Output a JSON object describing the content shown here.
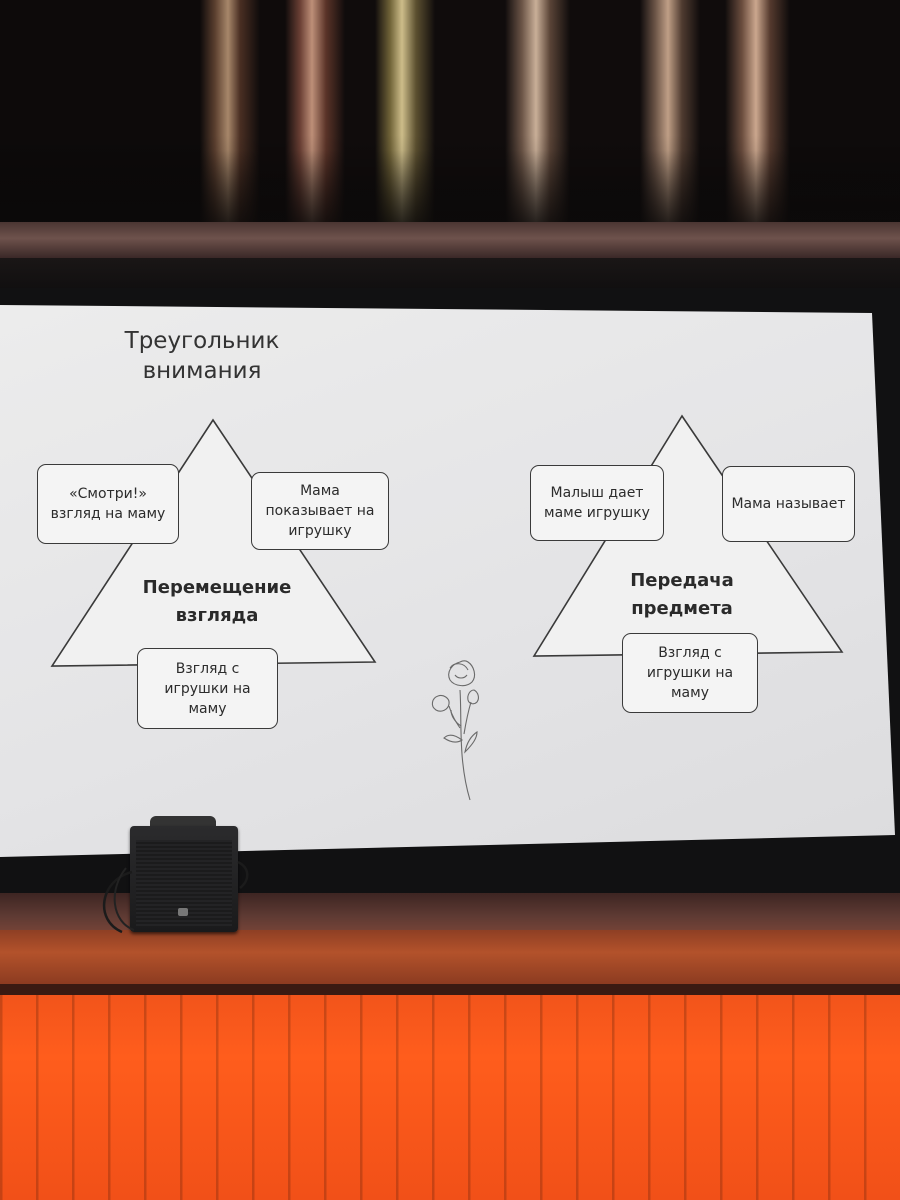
{
  "slide": {
    "title": "Треугольник\nвнимания",
    "left_diagram": {
      "center": "Перемещение\nвзгляда",
      "top_left": "«Смотри!»\nвзгляд на маму",
      "top_right": "Мама\nпоказывает на\nигрушку",
      "bottom": "Взгляд с\nигрушки на\nмаму"
    },
    "right_diagram": {
      "center": "Передача\nпредмета",
      "top_left": "Малыш дает\nмаме игрушку",
      "top_right": "Мама называет",
      "bottom": "Взгляд с\nигрушки на\nмаму"
    }
  },
  "colors": {
    "screen": "#e6e6e8",
    "stage_front": "#ff5a1c",
    "text": "#2c2c2c"
  },
  "icons": [
    "flower-icon",
    "speaker"
  ]
}
